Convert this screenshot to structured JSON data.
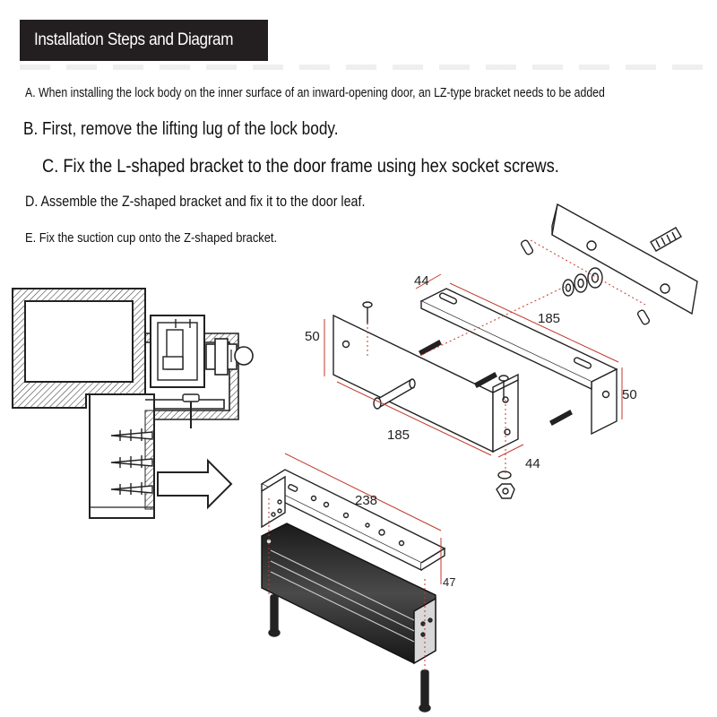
{
  "header": {
    "title": "Installation Steps and Diagram"
  },
  "steps": [
    "A. When installing the lock body on the inner surface of an inward-opening door, an LZ-type bracket needs to be added",
    "B. First, remove the lifting lug of the lock body.",
    "C. Fix the L-shaped bracket to the door frame using hex socket screws.",
    "D. Assemble the Z-shaped bracket and fix it to the door leaf.",
    "E. Fix the suction cup onto the Z-shaped bracket."
  ],
  "diagram": {
    "dimensions": {
      "l_bracket_length": "185",
      "l_bracket_height": "50",
      "l_bracket_width": "44",
      "z_bracket_length": "185",
      "z_bracket_height": "50",
      "z_bracket_width": "44",
      "lock_length": "238",
      "lock_height": "47"
    },
    "icons": [
      "arrow-right-icon",
      "screw-icon",
      "washer-icon",
      "nut-icon",
      "dowel-pin-icon"
    ]
  },
  "colors": {
    "title_bg": "#231f20",
    "dimension_line": "#c0392b",
    "drawing": "#222222"
  }
}
